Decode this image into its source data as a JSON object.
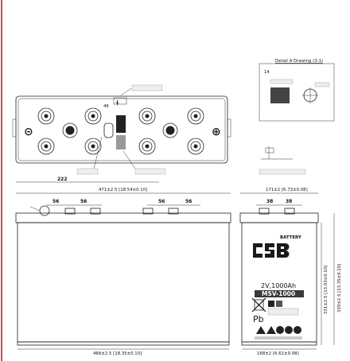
{
  "colors": {
    "border": "#d01818",
    "line": "#222222",
    "label_bg": "#eeeeee",
    "logo": "#1a1a1a"
  },
  "top_view": {
    "dim_width": "222",
    "side_mark": "46"
  },
  "front_view": {
    "dim_top": "471±2.5 [18.54±0.10]",
    "dim_bottom": "466±2.5 [18.35±0.10]",
    "terminal_spacing": [
      "56",
      "56",
      "56",
      "56"
    ]
  },
  "side_view": {
    "dim_top": "171±2 [6.73±0.08]",
    "dim_bottom": "168±2 [6.61±0.08]",
    "terminal_spacing": [
      "38",
      "38"
    ],
    "height_1": "331±2.5 [13.03±0.10]",
    "height_2": "339±2.5 [13.35±0.10]"
  },
  "battery_label": {
    "brand_sub": "BATTERY",
    "rating": "2V,1000Ah",
    "model": "MSV-1000",
    "pb": "Pb"
  },
  "detail": {
    "title": "Detail A Drawing (3:1)",
    "mark": "14"
  },
  "icons": [
    "terminal-icon",
    "csb-logo-icon",
    "recycle-icon",
    "bin-icon",
    "warning-icons"
  ]
}
